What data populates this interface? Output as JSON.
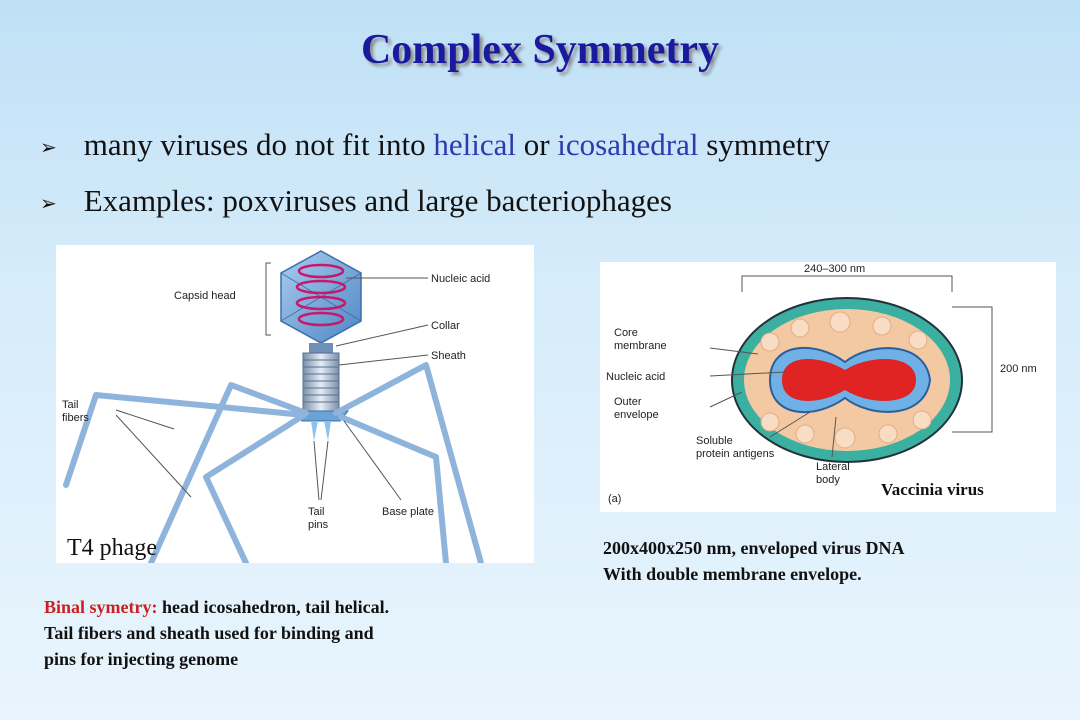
{
  "title": "Complex Symmetry",
  "bullets": {
    "b1_part1": "many viruses do not fit into",
    "b1_helical": "helical",
    "b1_or": "or",
    "b1_icosahedral": "icosahedral",
    "b1_part2": "symmetry",
    "b2": "Examples: poxviruses and large bacteriophages"
  },
  "t4": {
    "label": "T4 phage",
    "capsid_head": "Capsid head",
    "nucleic_acid": "Nucleic acid",
    "collar": "Collar",
    "sheath": "Sheath",
    "tail_fibers_1": "Tail",
    "tail_fibers_2": "fibers",
    "tail_pins_1": "Tail",
    "tail_pins_2": "pins",
    "base_plate": "Base plate"
  },
  "vaccinia": {
    "label": "Vaccinia virus",
    "dim_top": "240–300 nm",
    "dim_right": "200 nm",
    "core_membrane_1": "Core",
    "core_membrane_2": "membrane",
    "nucleic_acid": "Nucleic acid",
    "outer_envelope_1": "Outer",
    "outer_envelope_2": "envelope",
    "soluble_1": "Soluble",
    "soluble_2": "protein antigens",
    "lateral_1": "Lateral",
    "lateral_2": "body",
    "panel_letter": "(a)"
  },
  "captions": {
    "left_red": "Binal symetry:",
    "left_rest": " head icosahedron, tail helical.",
    "left_line2": "Tail fibers and sheath used for binding and",
    "left_line3": "pins for injecting genome",
    "right_line1": "200x400x250 nm, enveloped virus DNA",
    "right_line2": "With double membrane envelope."
  },
  "colors": {
    "title": "#1a1a9e",
    "highlight": "#2b3ab0",
    "caption_red": "#cc1f1f"
  }
}
